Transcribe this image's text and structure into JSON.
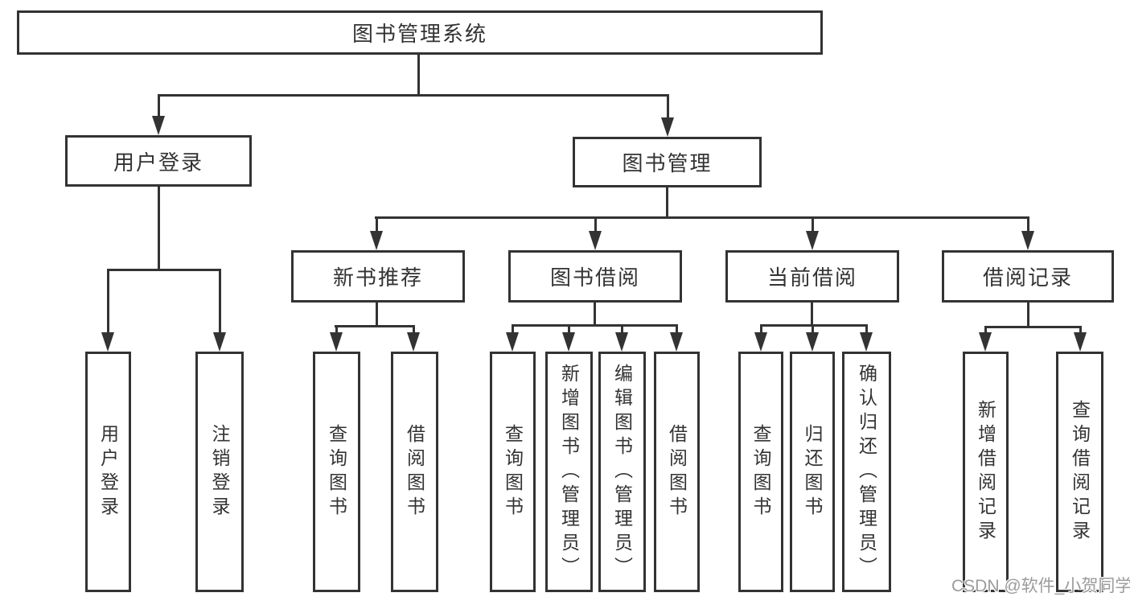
{
  "colors": {
    "line": "#333333",
    "text": "#333333",
    "background": "#ffffff",
    "watermark": "#9b9b9b"
  },
  "watermark": {
    "text": "CSDN @软件_小贺同学"
  },
  "tree": {
    "label": "图书管理系统",
    "children": [
      {
        "label": "用户登录",
        "children": [
          {
            "label": "用户登录"
          },
          {
            "label": "注销登录"
          }
        ]
      },
      {
        "label": "图书管理",
        "children": [
          {
            "label": "新书推荐",
            "children": [
              {
                "label": "查询图书"
              },
              {
                "label": "借阅图书"
              }
            ]
          },
          {
            "label": "图书借阅",
            "children": [
              {
                "label": "查询图书"
              },
              {
                "label": "新增图书（管理员）"
              },
              {
                "label": "编辑图书（管理员）"
              },
              {
                "label": "借阅图书"
              }
            ]
          },
          {
            "label": "当前借阅",
            "children": [
              {
                "label": "查询图书"
              },
              {
                "label": "归还图书"
              },
              {
                "label": "确认归还（管理员）"
              }
            ]
          },
          {
            "label": "借阅记录",
            "children": [
              {
                "label": "新增借阅记录"
              },
              {
                "label": "查询借阅记录"
              }
            ]
          }
        ]
      }
    ]
  }
}
